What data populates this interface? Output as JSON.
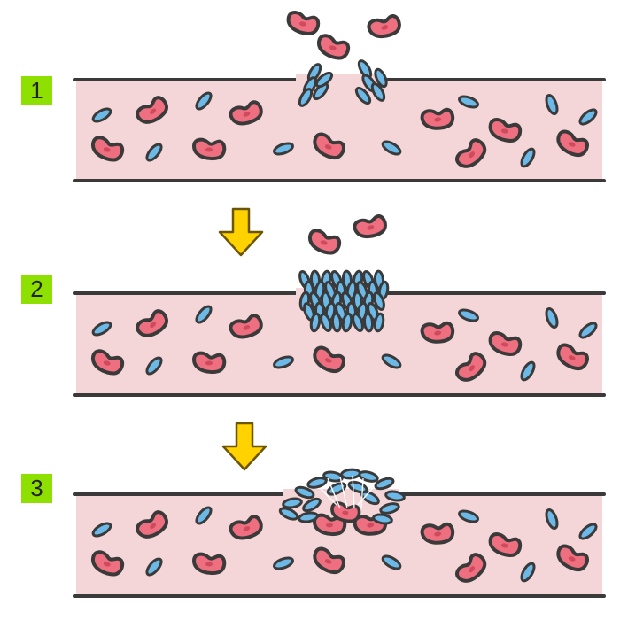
{
  "steps": [
    {
      "label": "1",
      "stage": "vessel-injury"
    },
    {
      "label": "2",
      "stage": "platelet-plug"
    },
    {
      "label": "3",
      "stage": "fibrin-clot"
    }
  ],
  "colors": {
    "badge": "#8ee000",
    "vessel_fill": "#f5d6d8",
    "vessel_wall": "#3a3a3a",
    "red_cell": "#ee6f7f",
    "red_cell_core": "#cf4a5c",
    "platelet": "#6cb8e6",
    "outline": "#3a3a3a",
    "arrow": "#ffd200",
    "fibrin": "#ffffff"
  },
  "icons": {
    "red_blood_cell": "red-blood-cell-icon",
    "platelet": "platelet-icon",
    "arrow": "arrow-down-icon"
  }
}
